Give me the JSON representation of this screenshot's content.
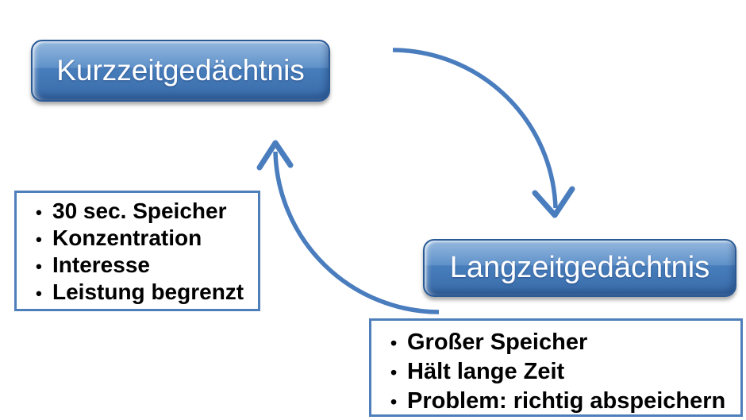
{
  "diagram": {
    "background": "#ffffff",
    "nodes": {
      "short_term": {
        "label": "Kurzzeitgedächtnis"
      },
      "long_term": {
        "label": "Langzeitgedächtnis"
      }
    },
    "short_term_details": {
      "bullet": "•",
      "items": [
        "30 sec. Speicher",
        "Konzentration",
        "Interesse",
        "Leistung begrenzt"
      ]
    },
    "long_term_details": {
      "bullet": "•",
      "items": [
        "Großer Speicher",
        "Hält lange Zeit",
        "Problem: richtig abspeichern"
      ]
    },
    "arrows": {
      "short_to_long": "curved-arrow-clockwise-down",
      "long_to_short": "curved-arrow-clockwise-up"
    },
    "colors": {
      "arrow": "#4a7dbe",
      "box_border": "#4e7fbb",
      "button_border": "#2a5a96",
      "button_fill_top": "#5b91cc",
      "button_fill_bottom": "#3a6da9",
      "button_text": "#ffffff",
      "detail_text": "#000000"
    }
  }
}
